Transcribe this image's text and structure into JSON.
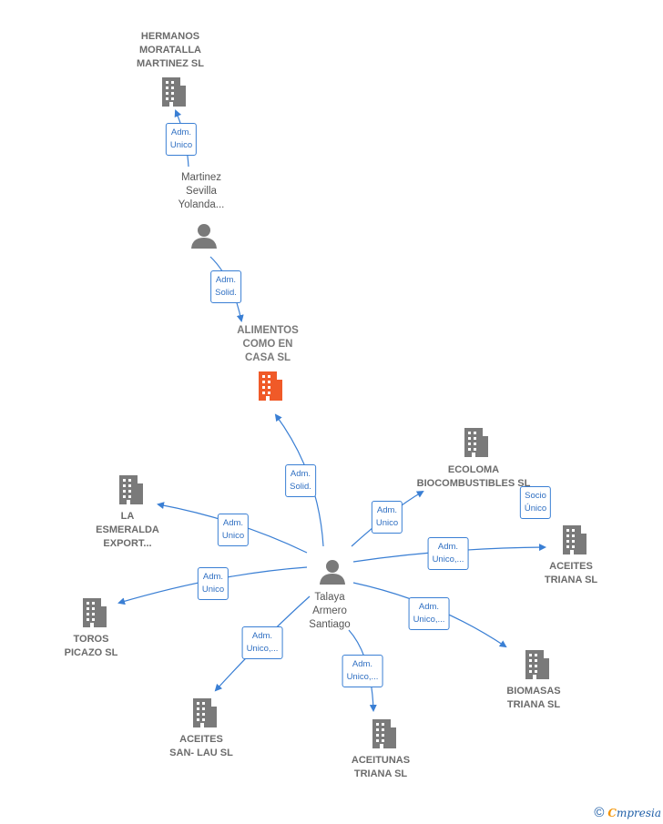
{
  "colors": {
    "edge": "#3a7fd4",
    "building": "#7a7a7a",
    "main_building": "#f05a28",
    "person": "#7a7a7a"
  },
  "companies": [
    {
      "id": "hermanos",
      "lines": [
        "HERMANOS",
        "MORATALLA",
        "MARTINEZ  SL"
      ],
      "icon": "building-icon"
    },
    {
      "id": "alimentos",
      "lines": [
        "ALIMENTOS",
        "COMO EN",
        "CASA  SL"
      ],
      "icon": "building-icon",
      "main": true
    },
    {
      "id": "ecoloma",
      "lines": [
        "ECOLOMA",
        "BIOCOMBUSTIBLES SL"
      ],
      "icon": "building-icon"
    },
    {
      "id": "esmeralda",
      "lines": [
        "LA",
        "ESMERALDA",
        "EXPORT..."
      ],
      "icon": "building-icon"
    },
    {
      "id": "aceites_triana",
      "lines": [
        "ACEITES",
        "TRIANA  SL"
      ],
      "icon": "building-icon"
    },
    {
      "id": "toros",
      "lines": [
        "TOROS",
        "PICAZO  SL"
      ],
      "icon": "building-icon"
    },
    {
      "id": "biomasas",
      "lines": [
        "BIOMASAS",
        "TRIANA  SL"
      ],
      "icon": "building-icon"
    },
    {
      "id": "aceites_sanlau",
      "lines": [
        "ACEITES",
        "SAN- LAU SL"
      ],
      "icon": "building-icon"
    },
    {
      "id": "aceitunas",
      "lines": [
        "ACEITUNAS",
        "TRIANA  SL"
      ],
      "icon": "building-icon"
    }
  ],
  "persons": [
    {
      "id": "martinez",
      "lines": [
        "Martinez",
        "Sevilla",
        "Yolanda..."
      ],
      "icon": "person-icon"
    },
    {
      "id": "talaya",
      "lines": [
        "Talaya",
        "Armero",
        "Santiago"
      ],
      "icon": "person-icon"
    }
  ],
  "relations": [
    {
      "id": "r1",
      "lines": [
        "Adm.",
        "Unico"
      ]
    },
    {
      "id": "r2",
      "lines": [
        "Adm.",
        "Solid."
      ]
    },
    {
      "id": "r3",
      "lines": [
        "Adm.",
        "Solid."
      ]
    },
    {
      "id": "r4",
      "lines": [
        "Adm.",
        "Unico"
      ]
    },
    {
      "id": "r5",
      "lines": [
        "Socio",
        "Único"
      ]
    },
    {
      "id": "r6",
      "lines": [
        "Adm.",
        "Unico"
      ]
    },
    {
      "id": "r7",
      "lines": [
        "Adm.",
        "Unico,..."
      ]
    },
    {
      "id": "r8",
      "lines": [
        "Adm.",
        "Unico"
      ]
    },
    {
      "id": "r9",
      "lines": [
        "Adm.",
        "Unico,..."
      ]
    },
    {
      "id": "r10",
      "lines": [
        "Adm.",
        "Unico,..."
      ]
    },
    {
      "id": "r11",
      "lines": [
        "Adm.",
        "Unico,..."
      ]
    }
  ],
  "footer": {
    "copyright": "©",
    "brand_initial": "C",
    "brand_rest": "mpresia"
  }
}
